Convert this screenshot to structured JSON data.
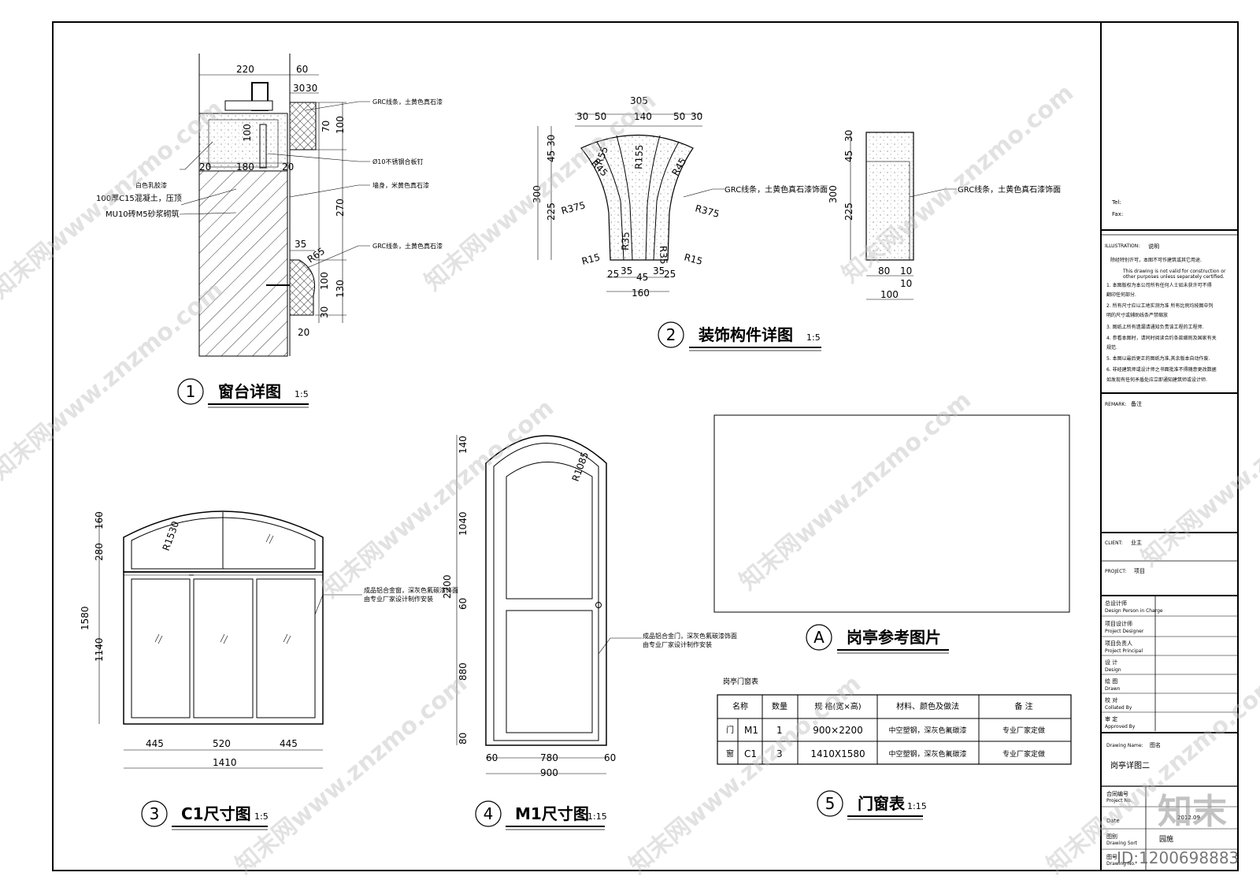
{
  "d1": {
    "no": "1",
    "title": "窗台详图",
    "scale": "1:5",
    "dims": [
      "220",
      "60",
      "30",
      "30",
      "70",
      "100",
      "100",
      "180",
      "20",
      "20",
      "270",
      "35",
      "R65",
      "100",
      "130",
      "30",
      "20"
    ],
    "notes": [
      "GRC线条，土黄色真石漆",
      "Ø10不锈钢合板钉",
      "白色乳胶漆",
      "100厚C15混凝土，压顶",
      "MU10砖M5砂浆砌筑",
      "墙身，米黄色真石漆",
      "GRC线条，土黄色真石漆"
    ]
  },
  "d2": {
    "no": "2",
    "title": "装饰构件详图",
    "scale": "1:5",
    "dims": [
      "305",
      "30",
      "50",
      "140",
      "50",
      "30",
      "30",
      "45",
      "225",
      "300",
      "R55",
      "R155",
      "R45",
      "R45",
      "R375",
      "R375",
      "R35",
      "R35",
      "R15",
      "R15",
      "25",
      "35",
      "45",
      "35",
      "25",
      "160"
    ],
    "note": "GRC线条，土黄色真石漆饰面",
    "side_dims": [
      "45",
      "30",
      "225",
      "300",
      "80",
      "10",
      "10",
      "100"
    ],
    "side_note": "GRC线条，土黄色真石漆饰面"
  },
  "d3": {
    "no": "3",
    "title": "C1尺寸图",
    "scale": "1:5",
    "dims": [
      "160",
      "280",
      "1580",
      "1140",
      "R1530",
      "445",
      "520",
      "445",
      "1410"
    ],
    "note1": "成品铝合金窗，深灰色氟碳漆饰面",
    "note2": "由专业厂家设计制作安装"
  },
  "d4": {
    "no": "4",
    "title": "M1尺寸图",
    "scale": "1:15",
    "dims": [
      "140",
      "1040",
      "2200",
      "60",
      "880",
      "80",
      "R1085",
      "60",
      "780",
      "60",
      "900"
    ],
    "note1": "成品铝合金门，深灰色氟碳漆饰面",
    "note2": "由专业厂家设计制作安装"
  },
  "dA": {
    "no": "A",
    "title": "岗亭参考图片"
  },
  "d5": {
    "no": "5",
    "title": "门窗表",
    "scale": "1:15",
    "caption": "岗亭门窗表",
    "headers": [
      "名称",
      "数量",
      "规  格(宽×高)",
      "材料、颜色及做法",
      "备  注"
    ],
    "rows": [
      {
        "type": "门",
        "code": "M1",
        "qty": "1",
        "spec": "900×2200",
        "mat": "中空塑钢，深灰色氟碳漆",
        "note": "专业厂家定做"
      },
      {
        "type": "窗",
        "code": "C1",
        "qty": "3",
        "spec": "1410X1580",
        "mat": "中空塑钢，深灰色氟碳漆",
        "note": "专业厂家定做"
      }
    ]
  },
  "titleblock": {
    "tel": "Tel:",
    "fax": "Fax:",
    "illus_label": "ILLUSTRATION:",
    "illus_cn": "说明",
    "illus_lines": [
      "除经特别许可，本图不可作建筑或其它用途.",
      "This drawing is not valid for construction or",
      "other purposes unless separately certified.",
      "1. 本图版权为本公司所有任何人士如未获许可不得",
      "   翻印任何部分.",
      "2. 所有尺寸应以工地实测为准 所有比例均按图中列",
      "   明的尺寸或辅助线条严禁缩放",
      "3. 图纸上所有遗漏请通知负责该工程的工程师.",
      "4. 参看本图时，请同时阅读合约条款细则及国家有关",
      "   规范.",
      "5. 本图以最后更正的图纸为准,其余版本自动作废.",
      "6. 非经建筑师或设计师之书面批准不得随意更改数据",
      "   如发现有任何矛盾处应立即通知建筑师或设计师."
    ],
    "remark_label": "REMARK:",
    "remark_cn": "备注",
    "client_label": "CLIENT:",
    "client_cn": "业主",
    "project_label": "PROJECT:",
    "project_cn": "项目",
    "roles": [
      {
        "cn": "总设计师",
        "en": "Design Person in Charge"
      },
      {
        "cn": "项目设计师",
        "en": "Project Designer"
      },
      {
        "cn": "项目负责人",
        "en": "Project Principal"
      },
      {
        "cn": "设  计",
        "en": "Design"
      },
      {
        "cn": "绘  图",
        "en": "Drawn"
      },
      {
        "cn": "校  对",
        "en": "Collated By"
      },
      {
        "cn": "审  定",
        "en": "Approved By"
      }
    ],
    "drawing_name_label": "Drawing Name:",
    "drawing_name_cn": "图名",
    "drawing_name": "岗亭详图二",
    "contract_cn": "合同编号",
    "contract_en": "Project No.",
    "date_label": "Date",
    "date_val": "2012.09",
    "sort_cn": "图别",
    "sort_en": "Drawing Sort",
    "sort_val": "园施",
    "drawno_cn": "图号",
    "drawno_en": "Drawing No."
  },
  "watermark": {
    "text": "知末网www.znzmo.com",
    "logo": "知末",
    "id": "ID:1200698883"
  }
}
